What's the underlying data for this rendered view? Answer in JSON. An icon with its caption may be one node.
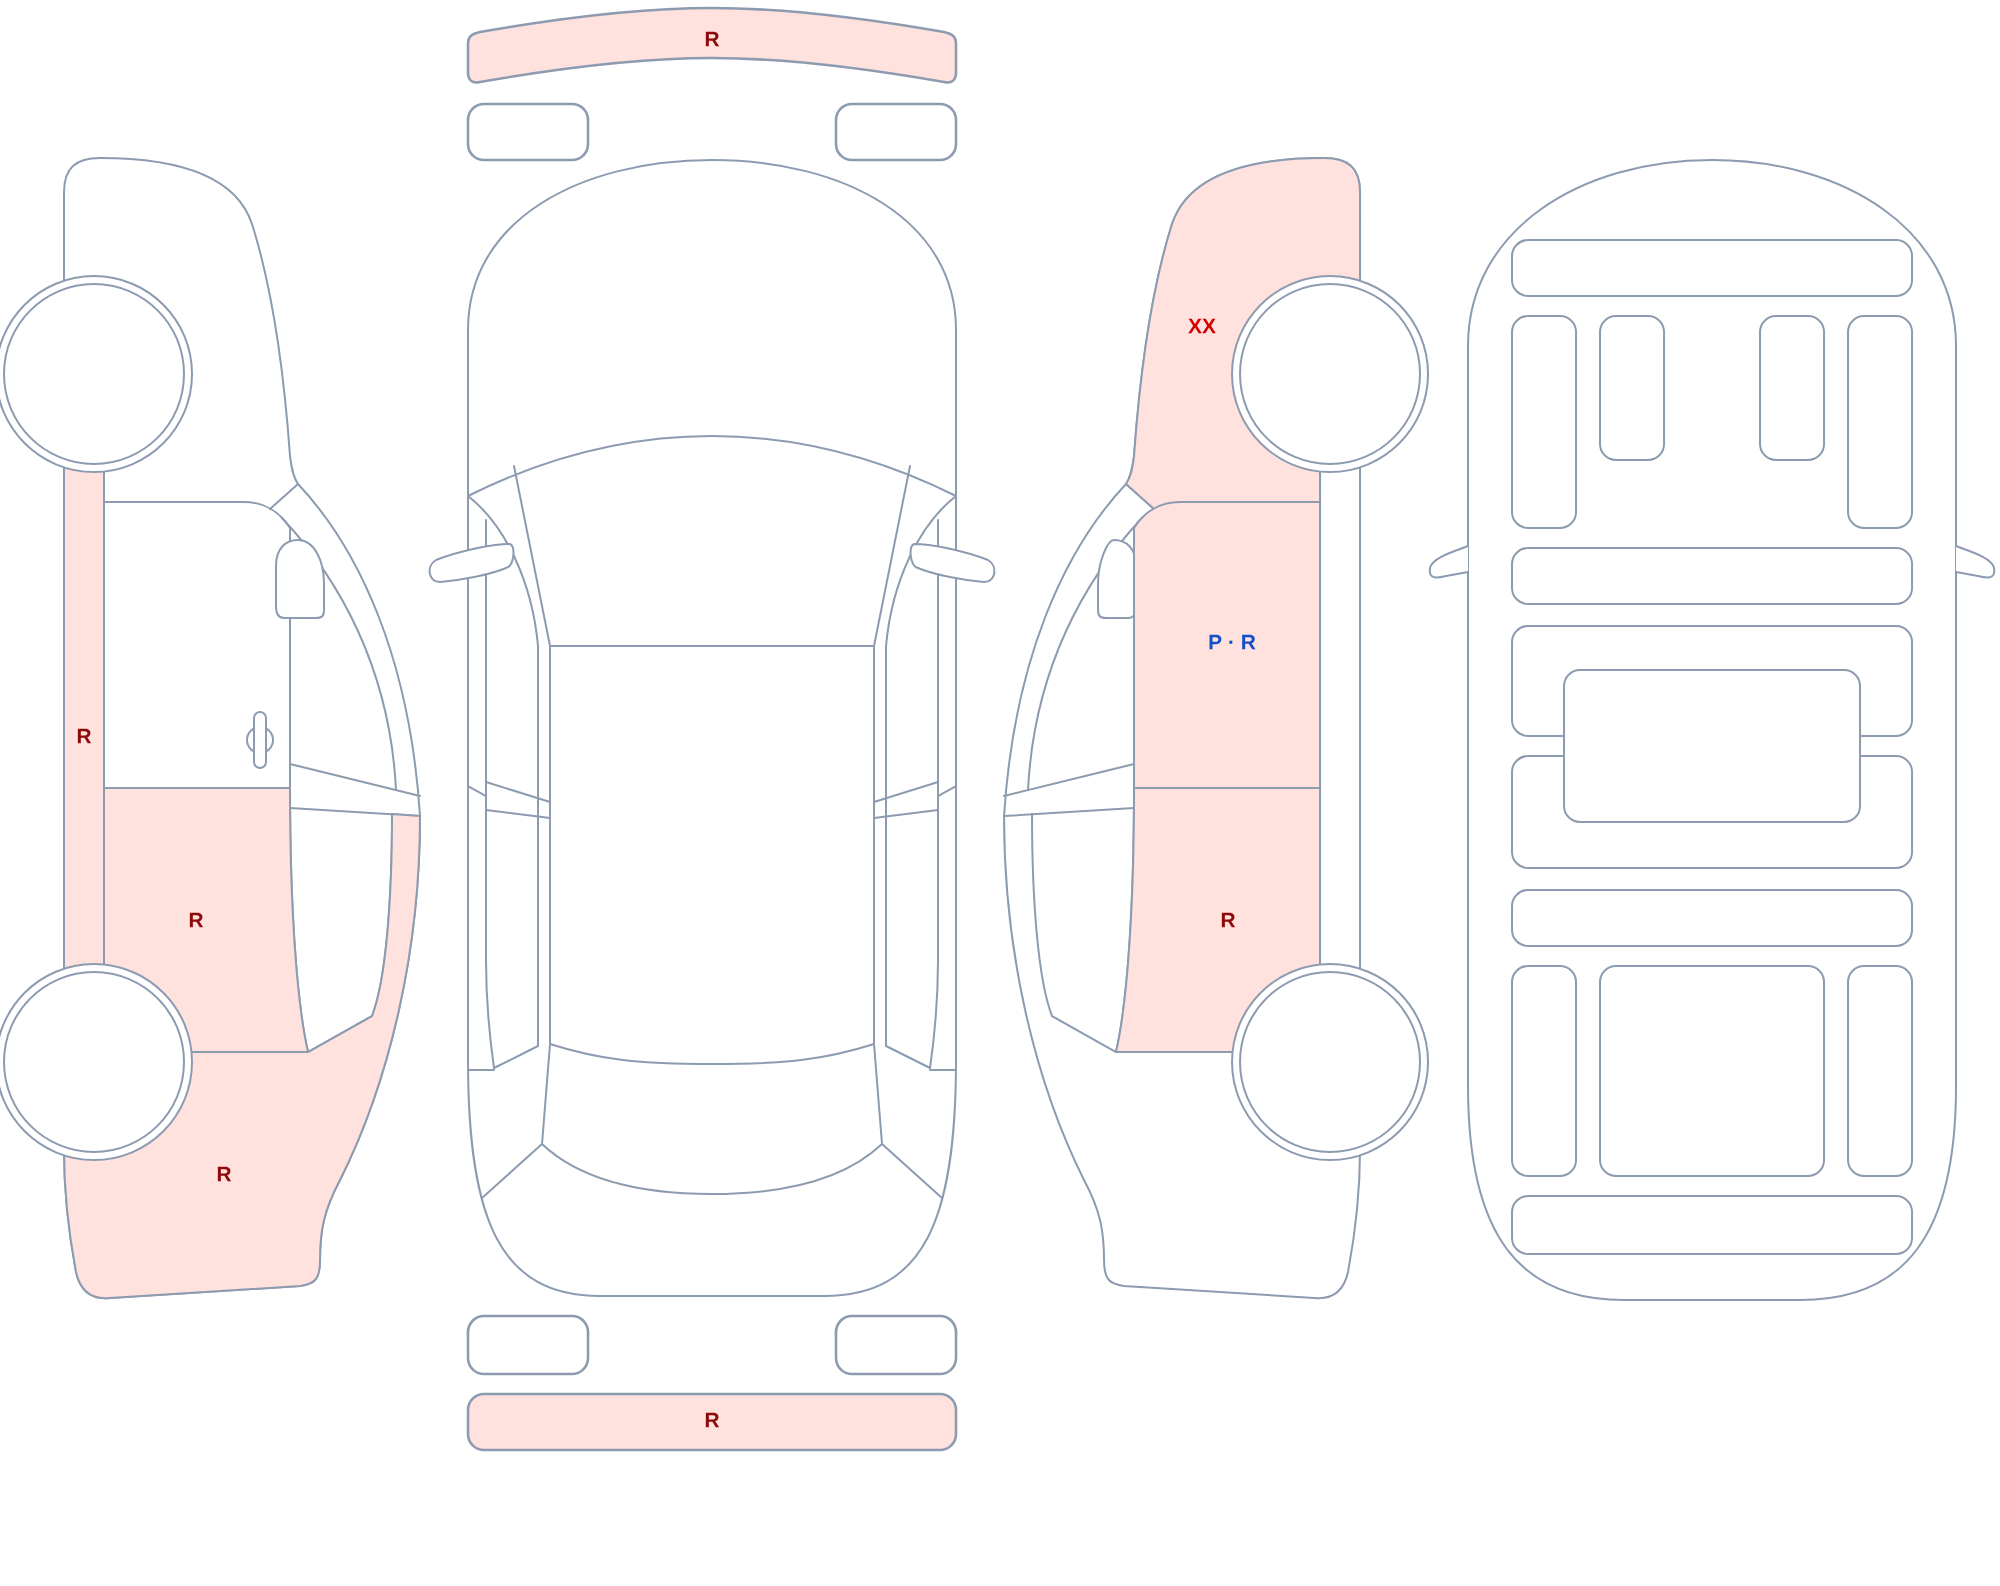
{
  "diagram": {
    "nodes": [
      {
        "text": [
          "R"
        ]
      },
      {
        "text": [
          "R"
        ]
      },
      {
        "text": [
          "R"
        ]
      },
      {
        "text": [
          "R"
        ]
      },
      {
        "text": [
          "R"
        ]
      },
      {
        "text": [
          "XX"
        ]
      },
      {
        "text": [
          "P · R"
        ]
      },
      {
        "text": [
          "R"
        ]
      }
    ]
  }
}
